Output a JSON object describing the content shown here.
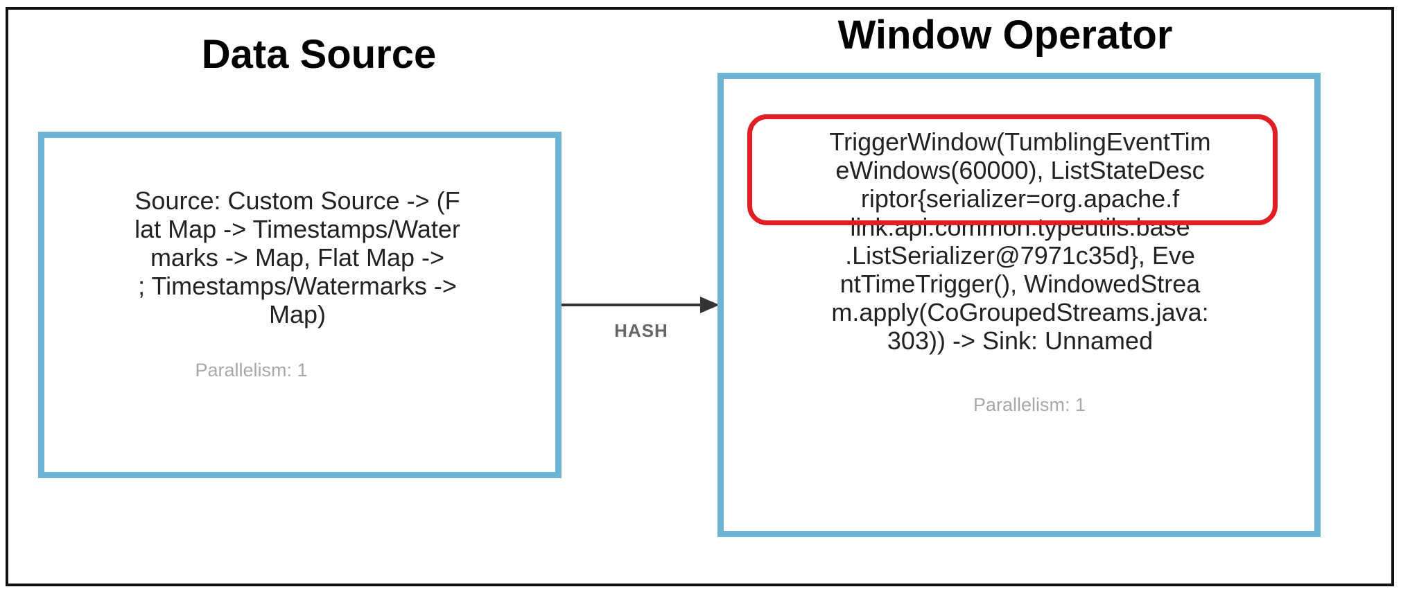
{
  "titles": {
    "source": "Data Source",
    "window": "Window Operator"
  },
  "nodes": {
    "source": {
      "text": "Source: Custom Source -> (F\nlat Map -> Timestamps/Water\nmarks -> Map, Flat Map ->\n; Timestamps/Watermarks ->\nMap)",
      "parallelism": "Parallelism: 1"
    },
    "window": {
      "text": "TriggerWindow(TumblingEventTim\neWindows(60000), ListStateDesc\nriptor{serializer=org.apache.f\nlink.api.common.typeutils.base\n.ListSerializer@7971c35d}, Eve\nntTimeTrigger(), WindowedStrea\nm.apply(CoGroupedStreams.java:\n303)) -> Sink: Unnamed",
      "parallelism": "Parallelism: 1"
    }
  },
  "edge": {
    "label": "HASH"
  },
  "colors": {
    "node_border": "#6db3d3",
    "highlight": "#e01e24",
    "edge": "#333333"
  }
}
